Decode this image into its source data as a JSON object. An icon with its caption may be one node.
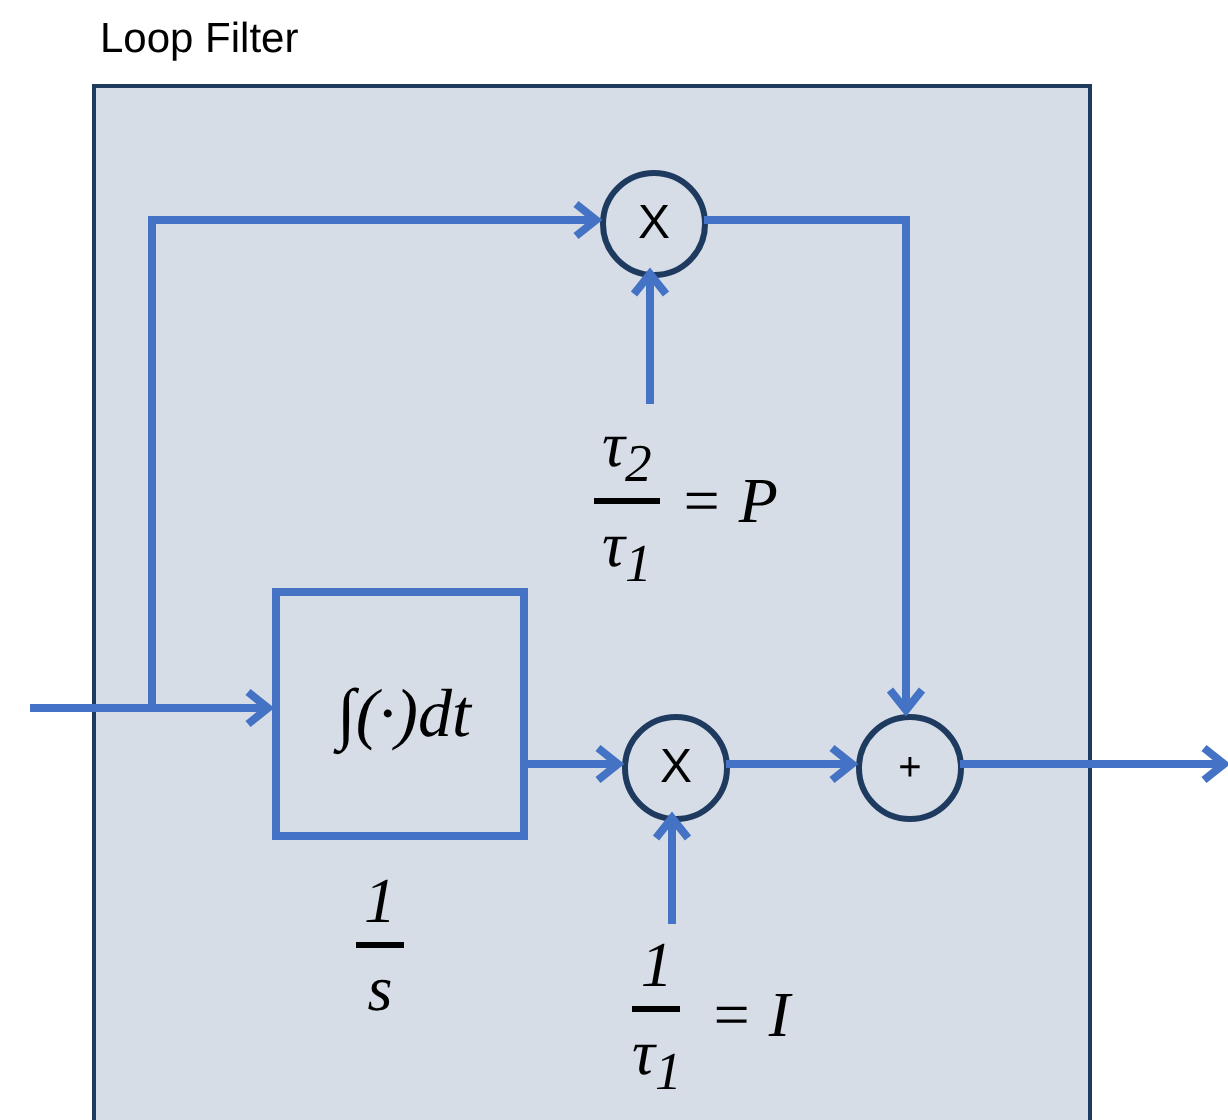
{
  "diagram": {
    "nodes": [
      {
        "text": [
          "Loop Filter"
        ]
      },
      {
        "text": [
          "X"
        ],
        "in": 0
      },
      {
        "text": [
          "∫(·)dt"
        ],
        "beside": [
          "1",
          "s"
        ],
        "in": 0
      },
      {
        "text": [
          "X"
        ],
        "in": 0
      },
      {
        "text": [
          "+"
        ],
        "in": 0
      },
      {
        "text": [
          "τ$_{2}$",
          "τ$_{1}$",
          "= P"
        ],
        "in": 0
      },
      {
        "text": [
          "1",
          "τ$_{1}$",
          "= I"
        ],
        "in": 0
      }
    ],
    "edges": [
      {
        "from": null,
        "to": 2,
        "arrow": "to"
      },
      {
        "from": null,
        "to": 1,
        "arrow": "to"
      },
      {
        "from": 2,
        "to": 3,
        "arrow": "to"
      },
      {
        "from": 3,
        "to": 4,
        "arrow": "to"
      },
      {
        "from": 1,
        "to": 4,
        "arrow": "to"
      },
      {
        "from": 4,
        "to": null,
        "arrow": "to"
      },
      {
        "from": 5,
        "to": 1,
        "arrow": "to"
      },
      {
        "from": 6,
        "to": 3,
        "arrow": "to"
      }
    ]
  }
}
